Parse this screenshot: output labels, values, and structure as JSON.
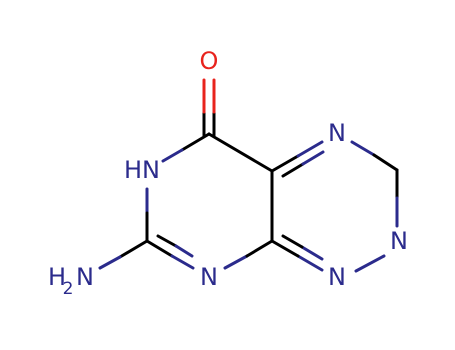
{
  "structure": {
    "atoms": {
      "oxygen": {
        "label": "O"
      },
      "n_top_right": {
        "label": "N"
      },
      "n_hetero_left": {
        "label": "HN"
      },
      "n_right": {
        "label": "N"
      },
      "n_bottom_middle": {
        "label": "N"
      },
      "n_bottom_right": {
        "label": "N"
      },
      "amino": {
        "label": "H",
        "subscript": "2",
        "suffix": "N"
      }
    },
    "colors": {
      "bond": "#000000",
      "nitrogen": "#2b2b8c",
      "oxygen": "#e8231d"
    }
  }
}
